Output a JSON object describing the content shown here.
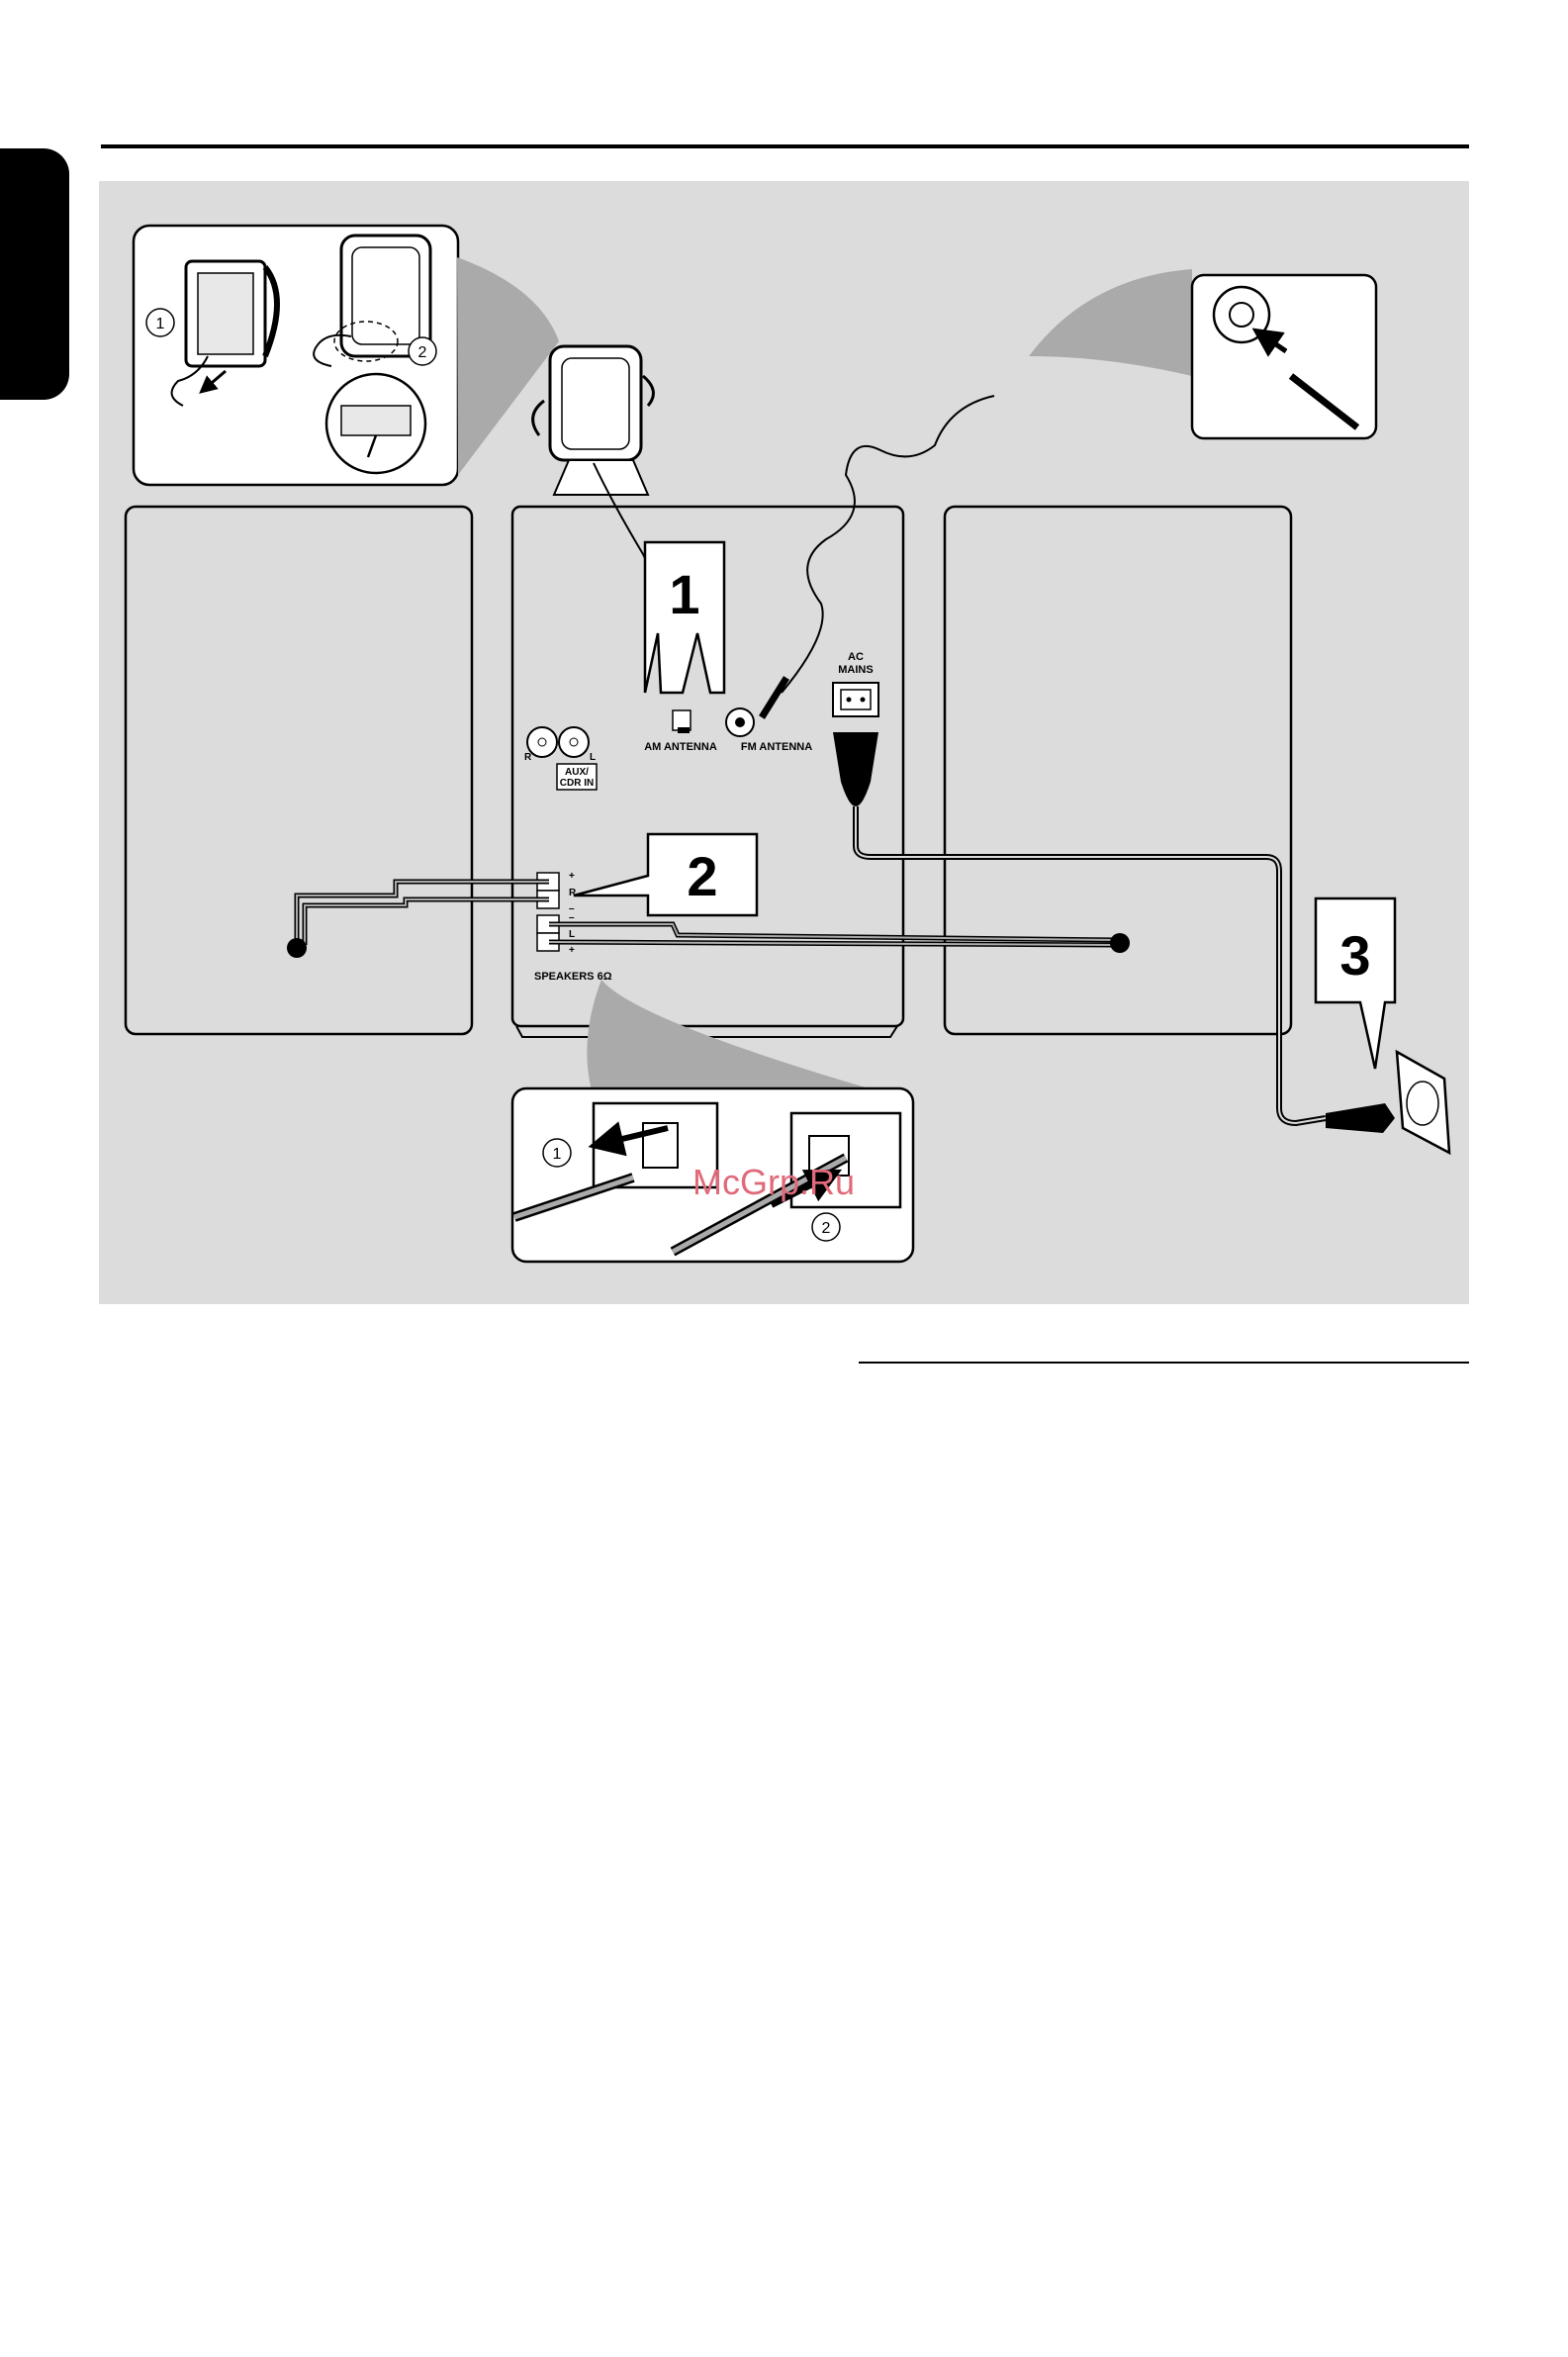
{
  "diagram": {
    "callouts": [
      "1",
      "2",
      "3"
    ],
    "step_markers": [
      "1",
      "2"
    ],
    "labels": {
      "am_antenna": "AM ANTENNA",
      "fm_antenna": "FM ANTENNA",
      "ac_mains_line1": "AC",
      "ac_mains_line2": "MAINS",
      "aux_line1": "AUX/",
      "aux_line2": "CDR IN",
      "aux_right": "R",
      "aux_left": "L",
      "speakers": "SPEAKERS 6Ω",
      "plus_top": "+",
      "r_terminal": "R",
      "minus_top": "–",
      "minus_bottom": "–",
      "l_terminal": "L",
      "plus_bottom": "+"
    },
    "watermark": "McGrp.Ru"
  },
  "colors": {
    "panel": "#dcdcdc",
    "ink": "#000000",
    "watermark": "#e06a7a"
  }
}
